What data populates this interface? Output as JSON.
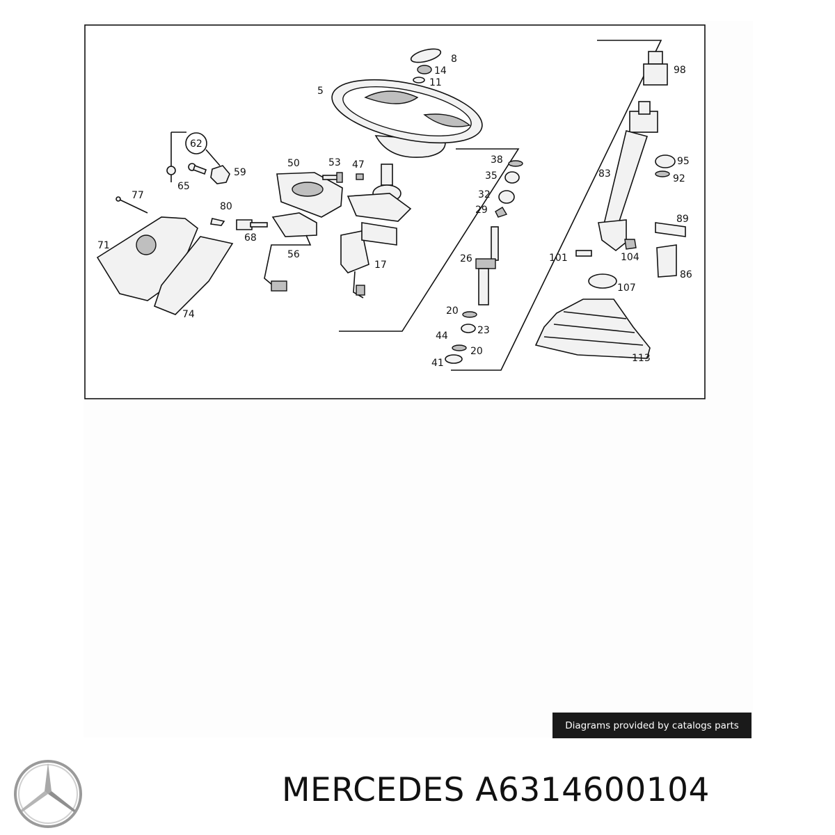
{
  "diagram": {
    "labels": {
      "p5": "5",
      "p8": "8",
      "p14": "14",
      "p11": "11",
      "p62": "62",
      "p65": "65",
      "p59": "59",
      "p50": "50",
      "p53": "53",
      "p47": "47",
      "p77": "77",
      "p80": "80",
      "p71": "71",
      "p68": "68",
      "p56": "56",
      "p17": "17",
      "p74": "74",
      "p38": "38",
      "p35": "35",
      "p32": "32",
      "p29": "29",
      "p26": "26",
      "p20a": "20",
      "p23": "23",
      "p44": "44",
      "p20b": "20",
      "p41": "41",
      "p98": "98",
      "p83": "83",
      "p95": "95",
      "p92": "92",
      "p89": "89",
      "p101": "101",
      "p104": "104",
      "p86": "86",
      "p107": "107",
      "p113": "113"
    }
  },
  "watermark": {
    "text": "Diagrams provided by catalogs parts"
  },
  "title": {
    "brand": "MERCEDES",
    "part_number": "A6314600104"
  },
  "icons": {
    "logo": "mercedes-star-icon"
  }
}
